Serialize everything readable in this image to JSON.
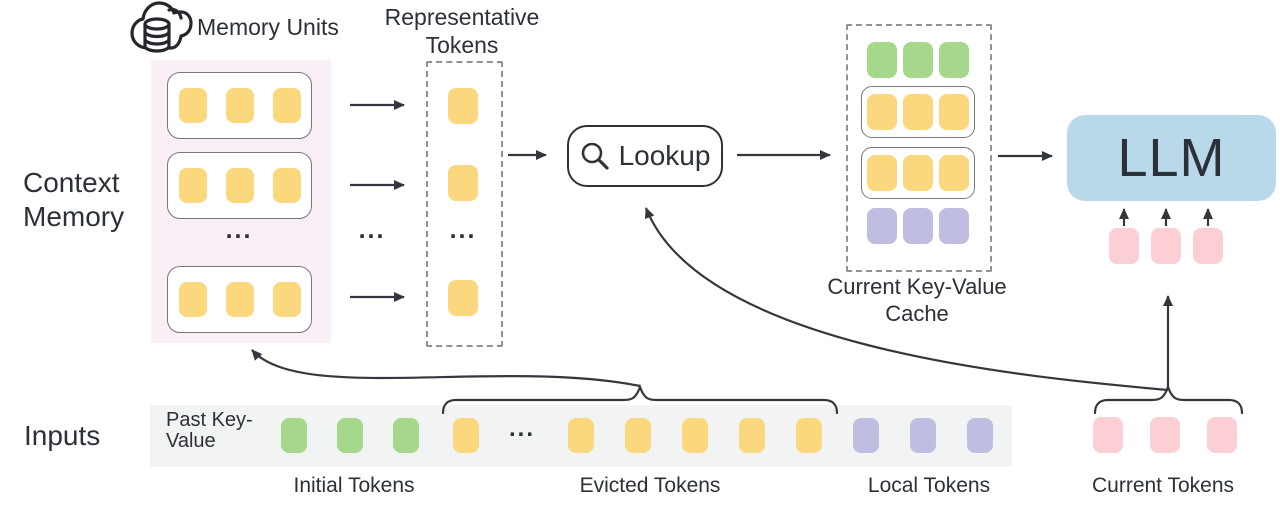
{
  "labels": {
    "context_memory": "Context Memory",
    "memory_units": "Memory Units",
    "representative_tokens": "Representative Tokens",
    "lookup": "Lookup",
    "current_kv_cache": "Current Key-Value Cache",
    "llm": "LLM",
    "inputs": "Inputs",
    "past_key_value": "Past Key-Value",
    "initial_tokens": "Initial Tokens",
    "evicted_tokens": "Evicted Tokens",
    "local_tokens": "Local Tokens",
    "current_tokens": "Current Tokens",
    "ellipsis": "..."
  },
  "icons": {
    "memory_units": "cloud-database-icon",
    "lookup": "search-icon"
  },
  "colors": {
    "yellow": "#FBD77E",
    "green": "#A6D88C",
    "purple": "#BFBDE1",
    "pink": "#FBCFD4",
    "llm_blue": "#B9D9EB",
    "memory_bg": "#FAEFF7",
    "strip_bg": "#F2F4F3",
    "stroke": "#34383E",
    "text": "#2C3038"
  },
  "groups": {
    "memory_rows": [
      {
        "count": 3,
        "color": "yellow"
      },
      {
        "count": 3,
        "color": "yellow"
      },
      {
        "count": 3,
        "color": "yellow"
      }
    ],
    "representative_tokens": [
      {
        "count": 1,
        "color": "yellow"
      },
      {
        "count": 1,
        "color": "yellow"
      },
      {
        "count": 1,
        "color": "yellow"
      }
    ],
    "cache_green_row": {
      "count": 3,
      "color": "green"
    },
    "cache_unit_rows": [
      {
        "count": 3,
        "color": "yellow"
      },
      {
        "count": 3,
        "color": "yellow"
      }
    ],
    "cache_purple_row": {
      "count": 3,
      "color": "purple"
    },
    "llm_input_tokens": {
      "count": 3,
      "color": "pink"
    },
    "strip_initial": {
      "count": 3,
      "color": "green"
    },
    "strip_evicted_head": {
      "count": 1,
      "color": "yellow"
    },
    "strip_evicted_tail": {
      "count": 5,
      "color": "yellow"
    },
    "strip_local": {
      "count": 3,
      "color": "purple"
    },
    "current_tokens": {
      "count": 3,
      "color": "pink"
    }
  }
}
